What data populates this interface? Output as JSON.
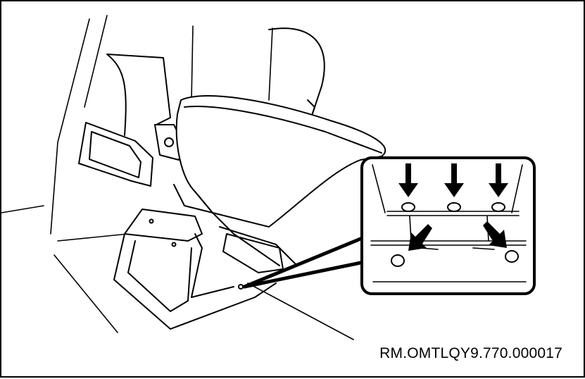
{
  "figure": {
    "reference_code": "RM.OMTLQY9.770.000017",
    "icons": [
      "seat-illustration",
      "seat-frame-icon",
      "bolt-icon",
      "arrow-down-icon",
      "arrow-diagonal-icon",
      "callout-box"
    ],
    "colors": {
      "line": "#000000",
      "background": "#ffffff"
    },
    "callout": {
      "bolt_count": 5,
      "arrow_count": 5
    }
  }
}
